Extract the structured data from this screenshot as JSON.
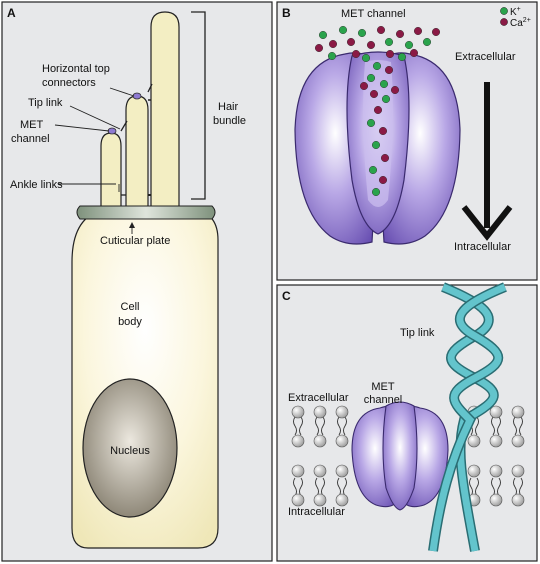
{
  "panels": {
    "a": {
      "letter": "A",
      "horizontal_top_connectors": [
        "Horizontal top",
        "connectors"
      ],
      "tip_link": "Tip link",
      "met_channel": [
        "MET",
        "channel"
      ],
      "ankle_links": "Ankle links",
      "hair_bundle": [
        "Hair",
        "bundle"
      ],
      "cuticular_plate": "Cuticular plate",
      "cell_body": [
        "Cell",
        "body"
      ],
      "nucleus": "Nucleus"
    },
    "b": {
      "letter": "B",
      "title": "MET channel",
      "legend_k": "K",
      "legend_k_sup": "+",
      "legend_ca": "Ca",
      "legend_ca_sup": "2+",
      "extracellular": "Extracellular",
      "intracellular": "Intracellular"
    },
    "c": {
      "letter": "C",
      "tip_link": "Tip link",
      "met_channel": [
        "MET",
        "channel"
      ],
      "extracellular": "Extracellular",
      "intracellular": "Intracellular"
    }
  },
  "colors": {
    "panel_bg": "#e7e8ea",
    "stereocilia": "#f3eec3",
    "cuticular_plate": "#94a492",
    "nucleus": "#9d9787",
    "channel": "#7d67c3",
    "k_ion": "#2aa34c",
    "ca_ion": "#8a1a45",
    "tip_link": "#63c4cc",
    "lipid_head": "#d0d0d0"
  }
}
